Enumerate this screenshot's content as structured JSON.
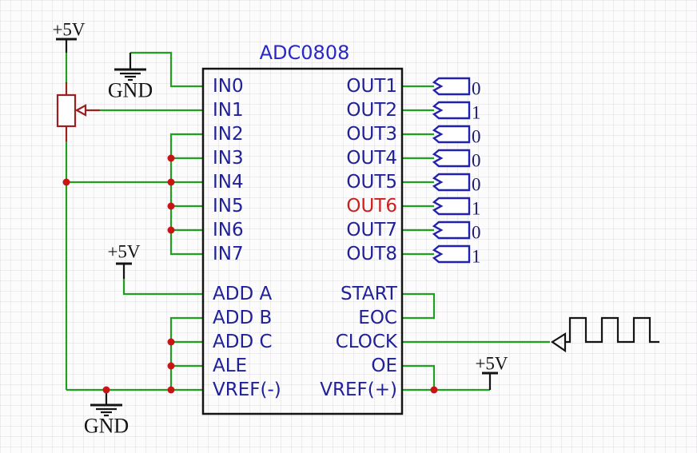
{
  "title": "ADC0808",
  "chip": {
    "left_pins": [
      "IN0",
      "IN1",
      "IN2",
      "IN3",
      "IN4",
      "IN5",
      "IN6",
      "IN7",
      "ADD A",
      "ADD B",
      "ADD C",
      "ALE",
      "VREF(-)"
    ],
    "right_pins": [
      "OUT1",
      "OUT2",
      "OUT3",
      "OUT4",
      "OUT5",
      "OUT6",
      "OUT7",
      "OUT8",
      "START",
      "EOC",
      "CLOCK",
      "OE",
      "VREF(+)"
    ],
    "highlighted_pin": "OUT6"
  },
  "probes": {
    "values": [
      "0",
      "1",
      "0",
      "0",
      "0",
      "1",
      "0",
      "1"
    ]
  },
  "power": {
    "vcc_top_left": "+5V",
    "vcc_mid_left": "+5V",
    "vcc_right": "+5V",
    "gnd_top": "GND",
    "gnd_bottom": "GND"
  },
  "colors": {
    "wire": "#1fa11f",
    "pin_label": "#20209a",
    "title": "#2828c8",
    "highlighted_pin": "#cc2020",
    "probe_outline": "#2121b0",
    "probe_value": "#1c1c6e",
    "component_red": "#9a2121",
    "junction_dot": "#c81414",
    "symbol_black": "#141414"
  }
}
